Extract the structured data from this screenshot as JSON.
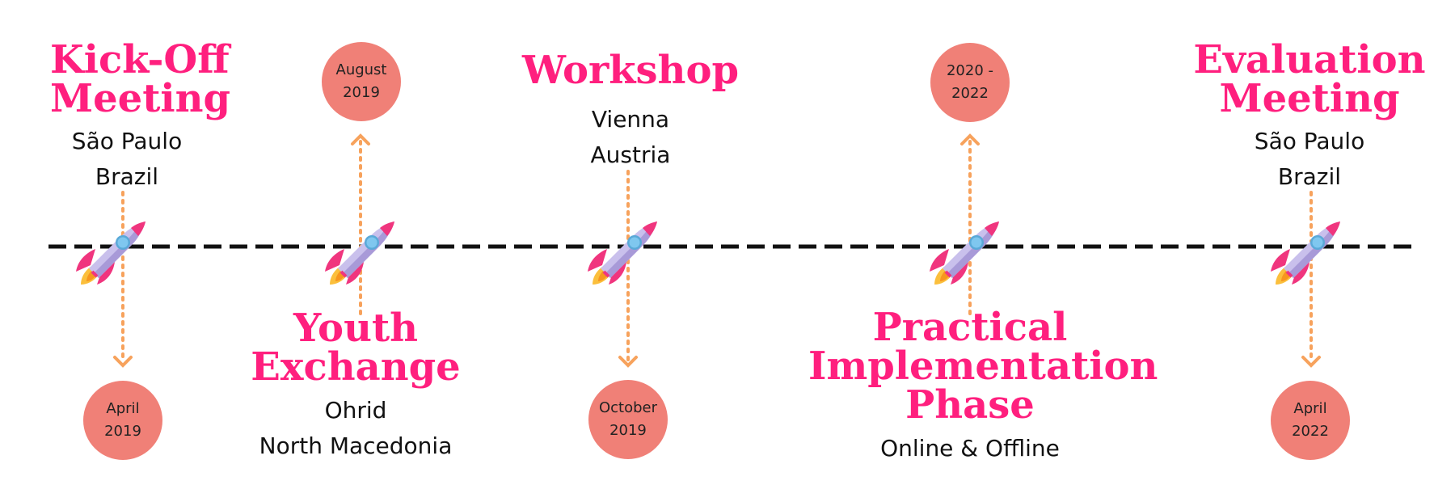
{
  "milestones": [
    {
      "title": [
        "Kick-Off",
        "Meeting"
      ],
      "location": [
        "São Paulo",
        "Brazil"
      ],
      "date": [
        "April",
        "2019"
      ]
    },
    {
      "title": [
        "Youth",
        "Exchange"
      ],
      "location": [
        "Ohrid",
        "North Macedonia"
      ],
      "date": [
        "August",
        "2019"
      ]
    },
    {
      "title": [
        "Workshop"
      ],
      "location": [
        "Vienna",
        "Austria"
      ],
      "date": [
        "October",
        "2019"
      ]
    },
    {
      "title": [
        "Practical",
        "Implementation",
        "Phase"
      ],
      "location": [
        "Online & Offline"
      ],
      "date": [
        "2020 -",
        "2022"
      ]
    },
    {
      "title": [
        "Evaluation",
        "Meeting"
      ],
      "location": [
        "São Paulo",
        "Brazil"
      ],
      "date": [
        "April",
        "2022"
      ]
    }
  ],
  "colors": {
    "title": "#ff1f7e",
    "date_circle": "#f08077",
    "connector": "#f7a25c",
    "axis": "#111111",
    "rocket_body": "#c9c0ec",
    "rocket_accent": "#f0357e",
    "rocket_window": "#7fc7ef",
    "rocket_flame": "#fbbf3c"
  },
  "icons": [
    "rocket-icon"
  ]
}
